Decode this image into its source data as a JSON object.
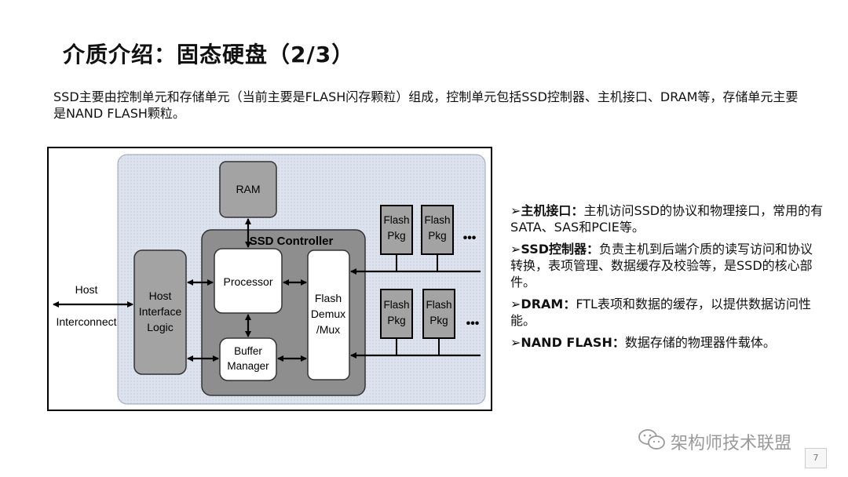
{
  "slide": {
    "title": "介质介绍：固态硬盘（2/3）",
    "intro": "SSD主要由控制单元和存储单元（当前主要是FLASH闪存颗粒）组成，控制单元包括SSD控制器、主机接口、DRAM等，存储单元主要是NAND FLASH颗粒。",
    "page_number": "7"
  },
  "diagram": {
    "ram": "RAM",
    "ssd_controller": "SSD Controller",
    "processor": "Processor",
    "buffer_manager_1": "Buffer",
    "buffer_manager_2": "Manager",
    "flash_demux_1": "Flash",
    "flash_demux_2": "Demux",
    "flash_demux_3": "/Mux",
    "host_interface_1": "Host",
    "host_interface_2": "Interface",
    "host_interface_3": "Logic",
    "host_label": "Host",
    "interconnect_label": "Interconnect",
    "flash_pkg_1": "Flash",
    "flash_pkg_2": "Pkg",
    "ellipsis": "•••"
  },
  "bullets": [
    {
      "marker": "➢",
      "term": "主机接口",
      "sep": "：",
      "desc": "主机访问SSD的协议和物理接口，常用的有SATA、SAS和PCIE等。"
    },
    {
      "marker": "➢",
      "term": "SSD控制器",
      "sep": "：",
      "desc": "负责主机到后端介质的读写访问和协议转换，表项管理、数据缓存及校验等，是SSD的核心部件。"
    },
    {
      "marker": "➢",
      "term": "DRAM",
      "sep": "：",
      "desc": "FTL表项和数据的缓存，以提供数据访问性能。"
    },
    {
      "marker": "➢",
      "term": "NAND FLASH",
      "sep": "：",
      "desc": "数据存储的物理器件载体。"
    }
  ],
  "watermark": {
    "text": "架构师技术联盟",
    "icon": "wechat-icon"
  },
  "colors": {
    "board_fill": "#dde3ee",
    "block_fill": "#a3a3a3",
    "controller_fill": "#8e8e8e",
    "white_block": "#ffffff"
  }
}
